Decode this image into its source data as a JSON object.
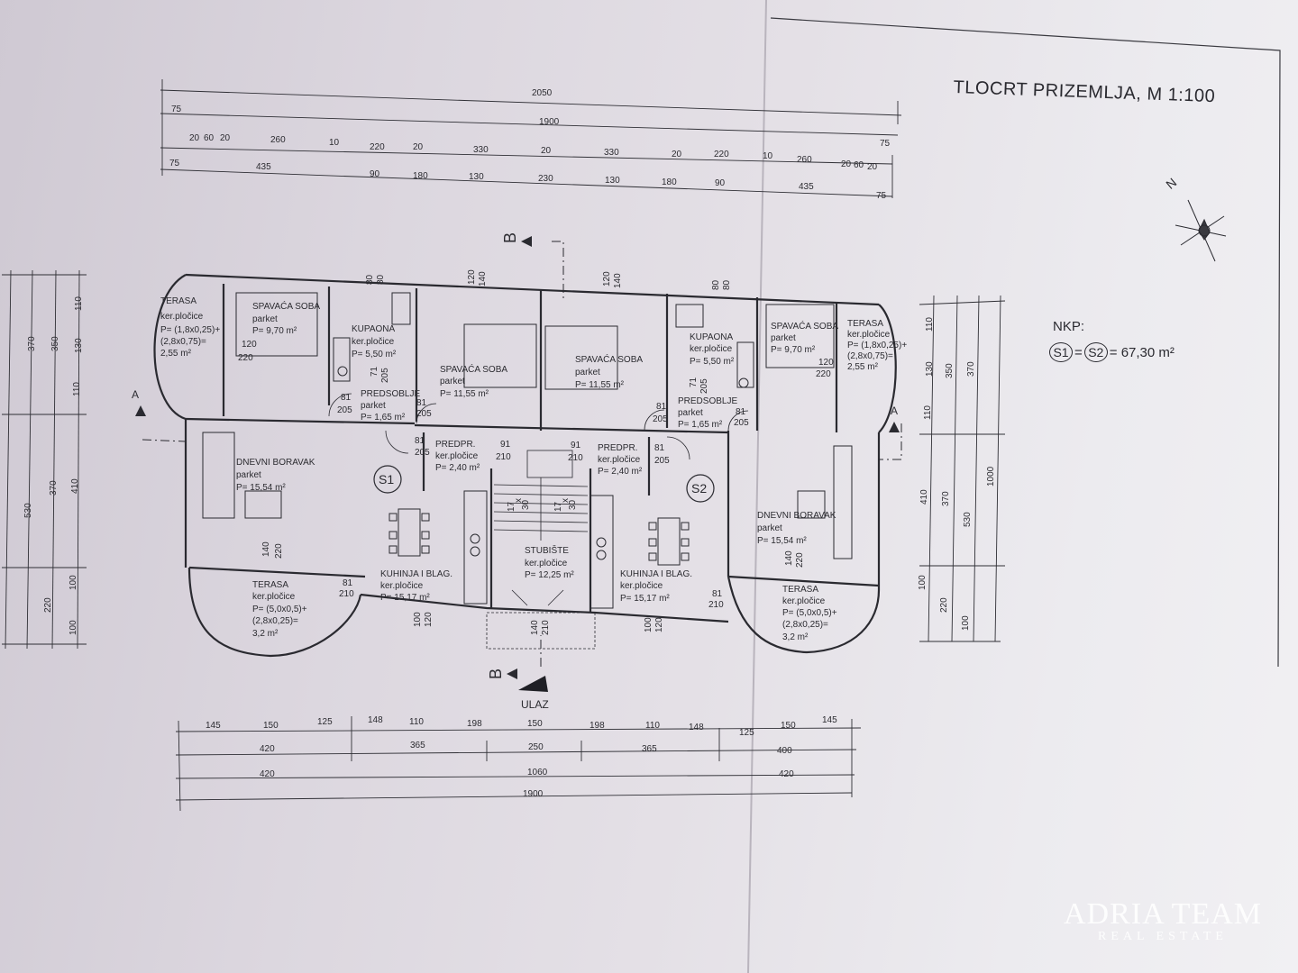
{
  "title": "TLOCRT PRIZEMLJA, M 1:100",
  "north": "N",
  "nkp": {
    "label": "NKP:",
    "s1": "S1",
    "s2": "S2",
    "value": "= 67,30 m²"
  },
  "entrance": "ULAZ",
  "section_marks": {
    "a": "A",
    "b": "B"
  },
  "apartments": {
    "left": "S1",
    "right": "S2"
  },
  "top_dims": {
    "row1": [
      "2050"
    ],
    "row2": [
      "75",
      "1900"
    ],
    "row3": [
      "20",
      "60",
      "20",
      "260",
      "10",
      "220",
      "20",
      "330",
      "20",
      "330",
      "20",
      "220",
      "10",
      "260",
      "20",
      "60",
      "20",
      "75"
    ],
    "row4": [
      "75",
      "435",
      "90",
      "180",
      "130",
      "230",
      "130",
      "180",
      "90",
      "435",
      "75"
    ]
  },
  "bottom_dims": {
    "row1": [
      "145",
      "150",
      "125",
      "148",
      "110",
      "198",
      "150",
      "198",
      "110",
      "148",
      "125",
      "150",
      "145"
    ],
    "row2": [
      "420",
      "365",
      "250",
      "365",
      "400"
    ],
    "row3": [
      "420",
      "1060",
      "420"
    ],
    "row4": [
      "1900"
    ]
  },
  "left_dims": [
    "110",
    "130",
    "110",
    "370",
    "350",
    "370",
    "530",
    "410",
    "100",
    "220",
    "100"
  ],
  "right_dims": [
    "110",
    "130",
    "110",
    "350",
    "370",
    "410",
    "370",
    "530",
    "1000",
    "100",
    "220",
    "100"
  ],
  "rooms": {
    "terasa_top_left": {
      "name": "TERASA",
      "floor": "ker.pločice",
      "area": "P= (1,8x0,25)+",
      "area2": "(2,8x0,75)=",
      "area3": "2,55 m²"
    },
    "spavaca_1": {
      "name": "SPAVAĆA SOBA",
      "floor": "parket",
      "area": "P= 9,70 m²"
    },
    "kupaona_1": {
      "name": "KUPAONA",
      "floor": "ker.pločice",
      "area": "P= 5,50 m²"
    },
    "spavaca_2": {
      "name": "SPAVAĆA SOBA",
      "floor": "parket",
      "area": "P= 11,55 m²"
    },
    "spavaca_3": {
      "name": "SPAVAĆA SOBA",
      "floor": "parket",
      "area": "P= 11,55 m²"
    },
    "kupaona_2": {
      "name": "KUPAONA",
      "floor": "ker.pločice",
      "area": "P= 5,50 m²"
    },
    "spavaca_4": {
      "name": "SPAVAĆA SOBA",
      "floor": "parket",
      "area": "P= 9,70 m²"
    },
    "terasa_top_right": {
      "name": "TERASA",
      "floor": "ker.pločice",
      "area": "P= (1,8x0,25)+",
      "area2": "(2,8x0,75)=",
      "area3": "2,55 m²"
    },
    "predsoblje_1": {
      "name": "PREDSOBLJE",
      "floor": "parket",
      "area": "P= 1,65 m²"
    },
    "predsoblje_2": {
      "name": "PREDSOBLJE",
      "floor": "parket",
      "area": "P= 1,65 m²"
    },
    "predpr_1": {
      "name": "PREDPR.",
      "floor": "ker.pločice",
      "area": "P= 2,40 m²"
    },
    "predpr_2": {
      "name": "PREDPR.",
      "floor": "ker.pločice",
      "area": "P= 2,40 m²"
    },
    "dnevni_1": {
      "name": "DNEVNI BORAVAK",
      "floor": "parket",
      "area": "P= 15,54 m²"
    },
    "dnevni_2": {
      "name": "DNEVNI BORAVAK",
      "floor": "parket",
      "area": "P= 15,54 m²"
    },
    "kuhinja_1": {
      "name": "KUHINJA I BLAG.",
      "floor": "ker.pločice",
      "area": "P= 15,17 m²"
    },
    "kuhinja_2": {
      "name": "KUHINJA I BLAG.",
      "floor": "ker.pločice",
      "area": "P= 15,17 m²"
    },
    "stubiste": {
      "name": "STUBIŠTE",
      "floor": "ker.pločice",
      "area": "P= 12,25 m²"
    },
    "terasa_bottom_left": {
      "name": "TERASA",
      "floor": "ker.pločice",
      "area": "P= (5,0x0,5)+",
      "area2": "(2,8x0,25)=",
      "area3": "3,2 m²"
    },
    "terasa_bottom_right": {
      "name": "TERASA",
      "floor": "ker.pločice",
      "area": "P= (5,0x0,5)+",
      "area2": "(2,8x0,25)=",
      "area3": "3,2 m²"
    }
  },
  "door_dims": {
    "d81_205": [
      "81",
      "205"
    ],
    "d91_210": [
      "91",
      "210"
    ],
    "d81_210": [
      "81",
      "210"
    ],
    "d80_80": [
      "80",
      "80"
    ],
    "d120_140": [
      "120",
      "140"
    ],
    "d120_220": [
      "120",
      "220"
    ],
    "d71_205": [
      "71",
      "205"
    ],
    "d100_120": [
      "100",
      "120"
    ],
    "d140_220": [
      "140",
      "220"
    ],
    "d140_210": [
      "140",
      "210"
    ],
    "stairs": [
      "17",
      "x",
      "30"
    ]
  },
  "logo": {
    "main": "ADRIA TEAM",
    "sub": "REAL ESTATE"
  }
}
